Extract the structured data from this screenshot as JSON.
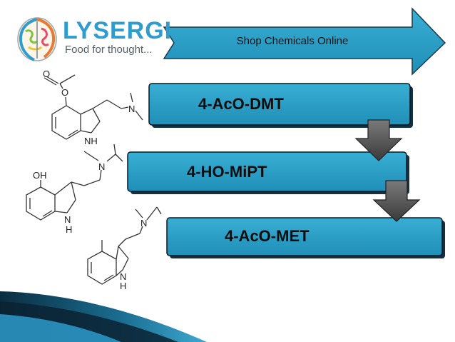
{
  "logo": {
    "name": "LYSERGI",
    "tagline": "Food for thought..."
  },
  "banner": {
    "label": "Shop Chemicals Online"
  },
  "steps": [
    {
      "label": "4-AcO-DMT"
    },
    {
      "label": "4-HO-MiPT"
    },
    {
      "label": "4-AcO-MET"
    }
  ],
  "molecule_labels": {
    "m1_o1": "O",
    "m1_o2": "O",
    "m1_n": "N",
    "m1_nh": "NH",
    "m2_n": "N",
    "m2_oh": "OH",
    "m2_n2": "N",
    "m2_h": "H",
    "m3_n": "N",
    "m3_n2": "N",
    "m3_h": "H"
  },
  "colors": {
    "accent": "#2e9ccf",
    "box_fill": "#2b9ec4",
    "box_border": "#1b3a4a",
    "arrow": "#555555"
  }
}
